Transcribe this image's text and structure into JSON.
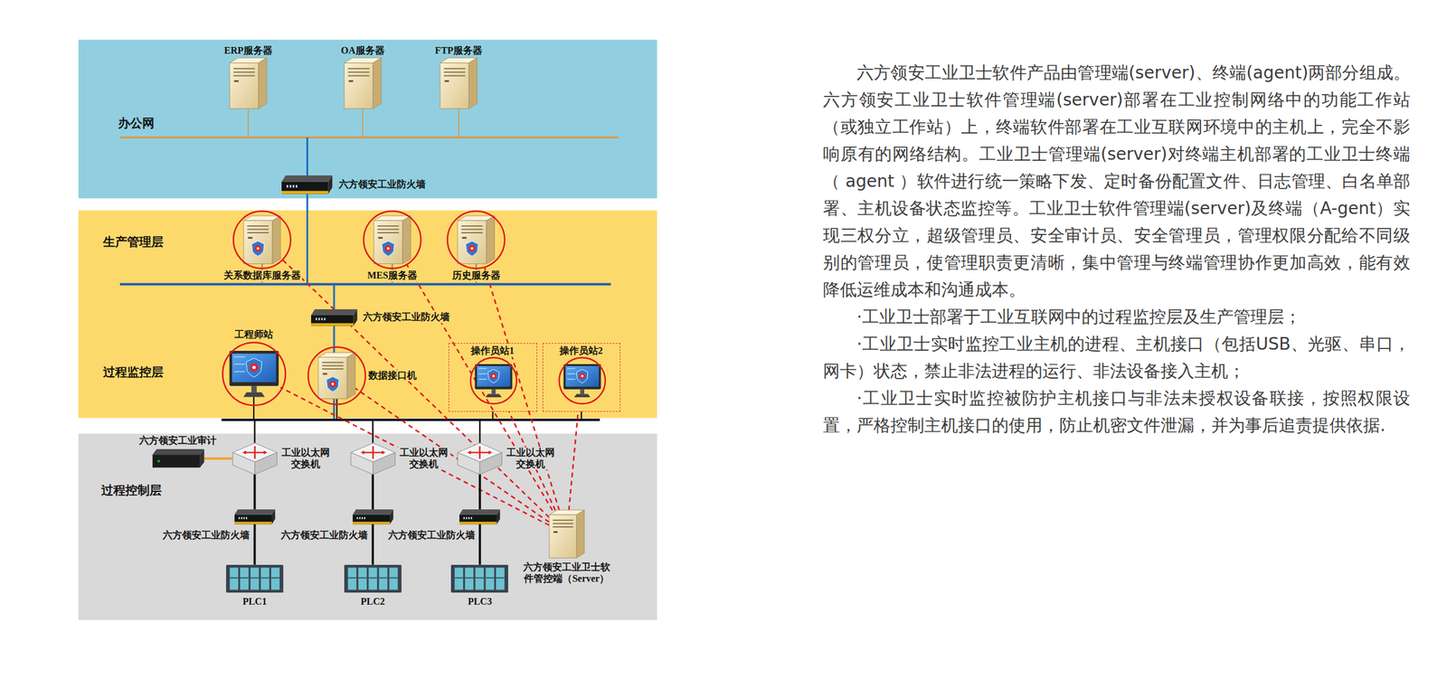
{
  "diagram": {
    "nodes": [
      {
        "text": [
          "办公网"
        ]
      },
      {
        "text": [
          "ERP服务器"
        ],
        "in": 0
      },
      {
        "text": [
          "OA服务器"
        ],
        "in": 0
      },
      {
        "text": [
          "FTP服务器"
        ],
        "in": 0
      },
      {
        "text": [
          "六方领安工业防火墙"
        ],
        "in": 0
      },
      {
        "text": [
          "生产管理层"
        ]
      },
      {
        "text": [
          "关系数据库服务器"
        ],
        "in": 5
      },
      {
        "text": [
          "MES服务器"
        ],
        "in": 5
      },
      {
        "text": [
          "历史服务器"
        ],
        "in": 5
      },
      {
        "text": [
          "过程监控层"
        ]
      },
      {
        "text": [
          "六方领安工业防火墙"
        ],
        "in": 9
      },
      {
        "text": [
          "工程师站"
        ],
        "in": 9
      },
      {
        "text": [
          "数据接口机"
        ],
        "in": 9
      },
      {
        "text": [
          "操作员站1"
        ],
        "in": 9
      },
      {
        "text": [
          "操作员站2"
        ],
        "in": 9
      },
      {
        "text": [
          "过程控制层"
        ]
      },
      {
        "text": [
          "六方领安工业审计"
        ],
        "in": 15
      },
      {
        "text": [
          "工业以太网 交换机"
        ],
        "in": 15
      },
      {
        "text": [
          "工业以太网 交换机"
        ],
        "in": 15
      },
      {
        "text": [
          "工业以太网 交换机"
        ],
        "in": 15
      },
      {
        "text": [
          "六方领安工业防火墙"
        ],
        "in": 15
      },
      {
        "text": [
          "六方领安工业防火墙"
        ],
        "in": 15
      },
      {
        "text": [
          "六方领安工业防火墙"
        ],
        "in": 15
      },
      {
        "text": [
          "PLC1"
        ],
        "in": 15
      },
      {
        "text": [
          "PLC2"
        ],
        "in": 15
      },
      {
        "text": [
          "PLC3"
        ],
        "in": 15
      },
      {
        "text": [
          "六方领安工业卫士软件管控端（Server）"
        ],
        "in": 15
      }
    ],
    "edges": [
      {
        "from": 26,
        "to": 6,
        "arrow": "none"
      },
      {
        "from": 26,
        "to": 7,
        "arrow": "none"
      },
      {
        "from": 26,
        "to": 8,
        "arrow": "none"
      },
      {
        "from": 26,
        "to": 11,
        "arrow": "none"
      },
      {
        "from": 26,
        "to": 12,
        "arrow": "none"
      },
      {
        "from": 26,
        "to": 13,
        "arrow": "none"
      },
      {
        "from": 26,
        "to": 14,
        "arrow": "none"
      },
      {
        "from": 16,
        "to": 17,
        "arrow": "none"
      },
      {
        "from": 17,
        "to": 20,
        "arrow": "none"
      },
      {
        "from": 18,
        "to": 21,
        "arrow": "none"
      },
      {
        "from": 19,
        "to": 22,
        "arrow": "none"
      },
      {
        "from": 20,
        "to": 23,
        "arrow": "none"
      },
      {
        "from": 21,
        "to": 24,
        "arrow": "none"
      },
      {
        "from": 22,
        "to": 25,
        "arrow": "none"
      }
    ],
    "labels": [
      "六方领安工业卫士软件产品由管理端(server)、终端(agent)两部分组成。六方领安工业卫士软件管理端(server)部署在工业控制网络中的功能工作站（或独立工作站）上，终端软件部署在工业互联网环境中的主机上，完全不影响原有的网络结构。工业卫士管理端(server)对终端主机部署的工业卫士终端（ agent ）软件进行统一策略下发、定时备份配置文件、日志管理、白名单部署、主机设备状态监控等。工业卫士软件管理端(server)及终端（A-gent）实现三权分立，超级管理员、安全审计员、安全管理员，管理权限分配给不同级别的管理员，使管理职责更清晰，集中管理与终端管理协作更加高效，能有效降低运维成本和沟通成本。",
      "·工业卫士部署于工业互联网中的过程监控层及生产管理层；",
      "·工业卫士实时监控工业主机的进程、主机接口（包括USB、光驱、串口，网卡）状态，禁止非法进程的运行、非法设备接入主机；",
      "·工业卫士实时监控被防护主机接口与非法未授权设备联接，按照权限设置，严格控制主机接口的使用，防止机密文件泄漏，并为事后追责提供依据."
    ]
  }
}
